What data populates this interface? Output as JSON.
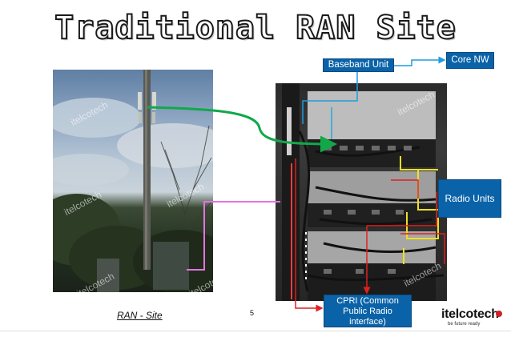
{
  "title": "Traditional RAN Site",
  "labels": {
    "baseband_unit": "Baseband Unit",
    "core_nw": "Core NW",
    "radio_units": "Radio Units",
    "cpri": "CPRI (Common Public Radio interface)"
  },
  "caption": "RAN - Site",
  "page_number": "5",
  "watermark": "itelcotech",
  "logo": {
    "text": "itelcotech",
    "tagline": "be future ready"
  },
  "colors": {
    "box_fill": "#0a63a8",
    "green_link": "#12a84a",
    "pink_link": "#e573e0",
    "red_link": "#e02020",
    "yellow_link": "#f0e020",
    "blue_link": "#1e9be0"
  }
}
